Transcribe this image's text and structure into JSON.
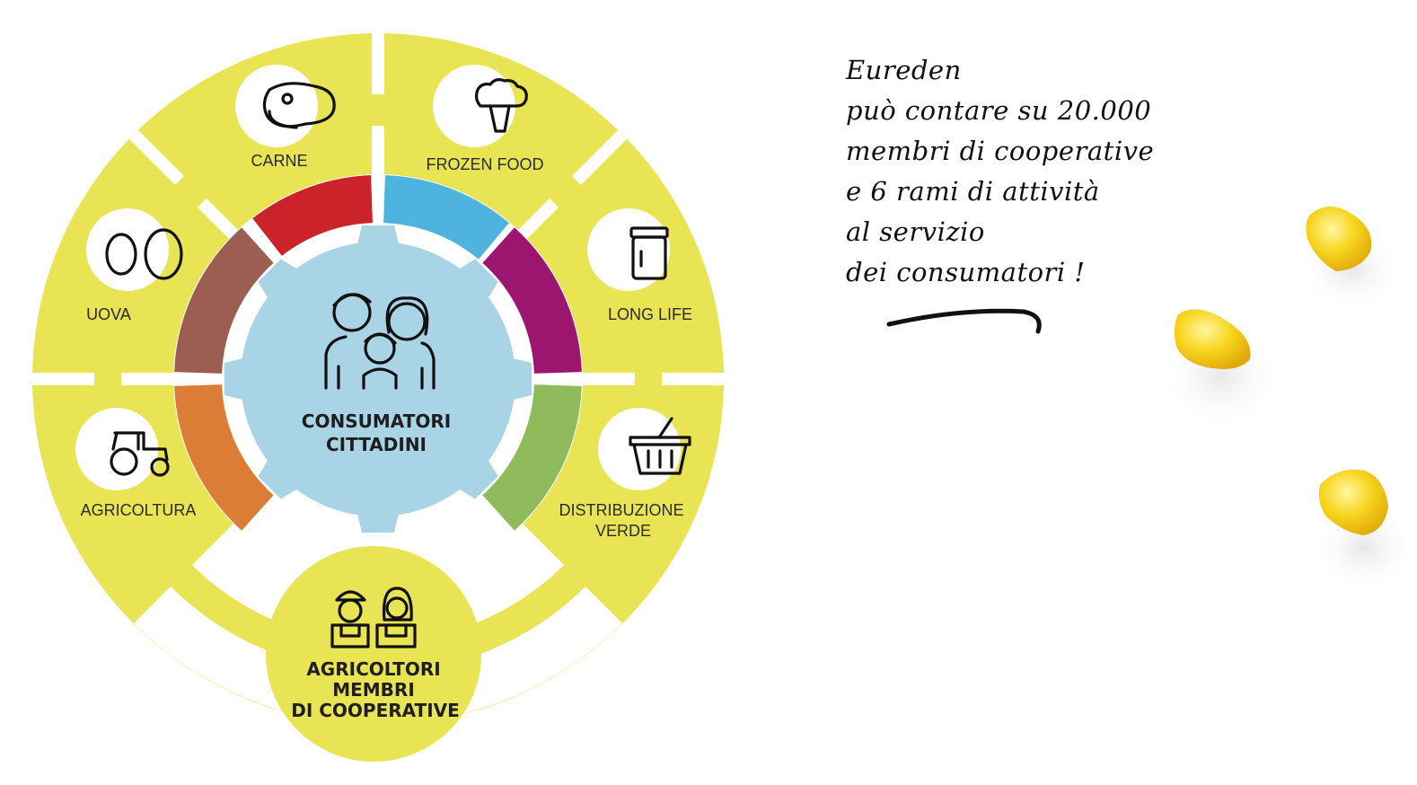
{
  "center": {
    "line1": "CONSUMATORI",
    "line2": "CITTADINI"
  },
  "bottom": {
    "line1": "AGRICOLTORI",
    "line2": "MEMBRI",
    "line3": "DI COOPERATIVE"
  },
  "sectors": [
    {
      "label": "CARNE",
      "icon": "steak-icon",
      "color": "#cc2229"
    },
    {
      "label": "FROZEN FOOD",
      "icon": "broccoli-icon",
      "color": "#4fb3e0"
    },
    {
      "label": "LONG LIFE",
      "icon": "jar-icon",
      "color": "#9c1670"
    },
    {
      "label": "DISTRIBUZIONE",
      "label2": "VERDE",
      "icon": "basket-icon",
      "color": "#8fbb5c"
    },
    {
      "label": "AGRICOLTURA",
      "icon": "tractor-icon",
      "color": "#dc7d35"
    },
    {
      "label": "UOVA",
      "icon": "eggs-icon",
      "color": "#9c5e52"
    }
  ],
  "colors": {
    "yellow": "#e9e454",
    "center_blue": "#a9d4e6"
  },
  "tagline": [
    "Eureden",
    "può contare su 20.000",
    "membri di cooperative",
    "e 6 rami di attività",
    "al servizio",
    "dei consumatori !"
  ]
}
